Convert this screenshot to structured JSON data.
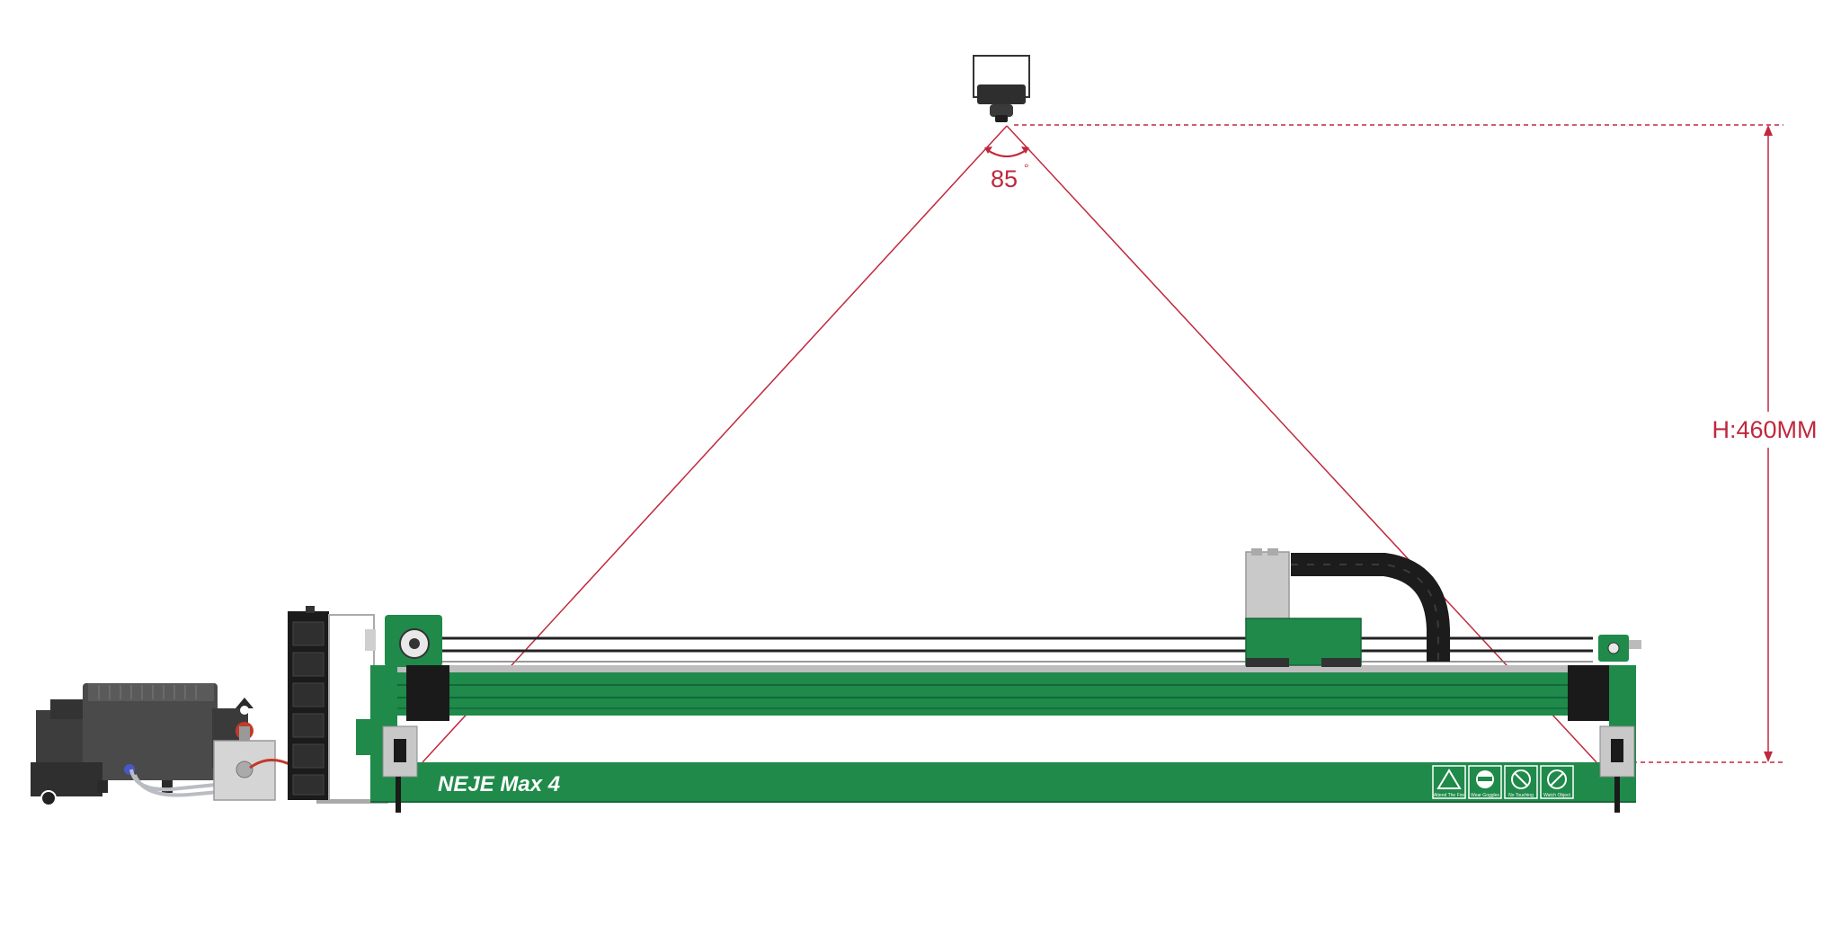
{
  "annotations": {
    "angle_value": "85",
    "angle_unit": "°",
    "height_label": "H:460MM"
  },
  "machine": {
    "brand_label": "NEJE Max 4",
    "warning_labels": [
      "Attend The Fire",
      "Wear Goggles",
      "No Touching",
      "Watch Object"
    ]
  },
  "colors": {
    "dimension": "#c0283d",
    "frame_green": "#1f8a4a",
    "frame_green_dark": "#15673a",
    "rod": "#222222",
    "motor": "#1a1a1a",
    "device_gray": "#4a4a4a",
    "bracket_gray": "#b9b9b9"
  }
}
